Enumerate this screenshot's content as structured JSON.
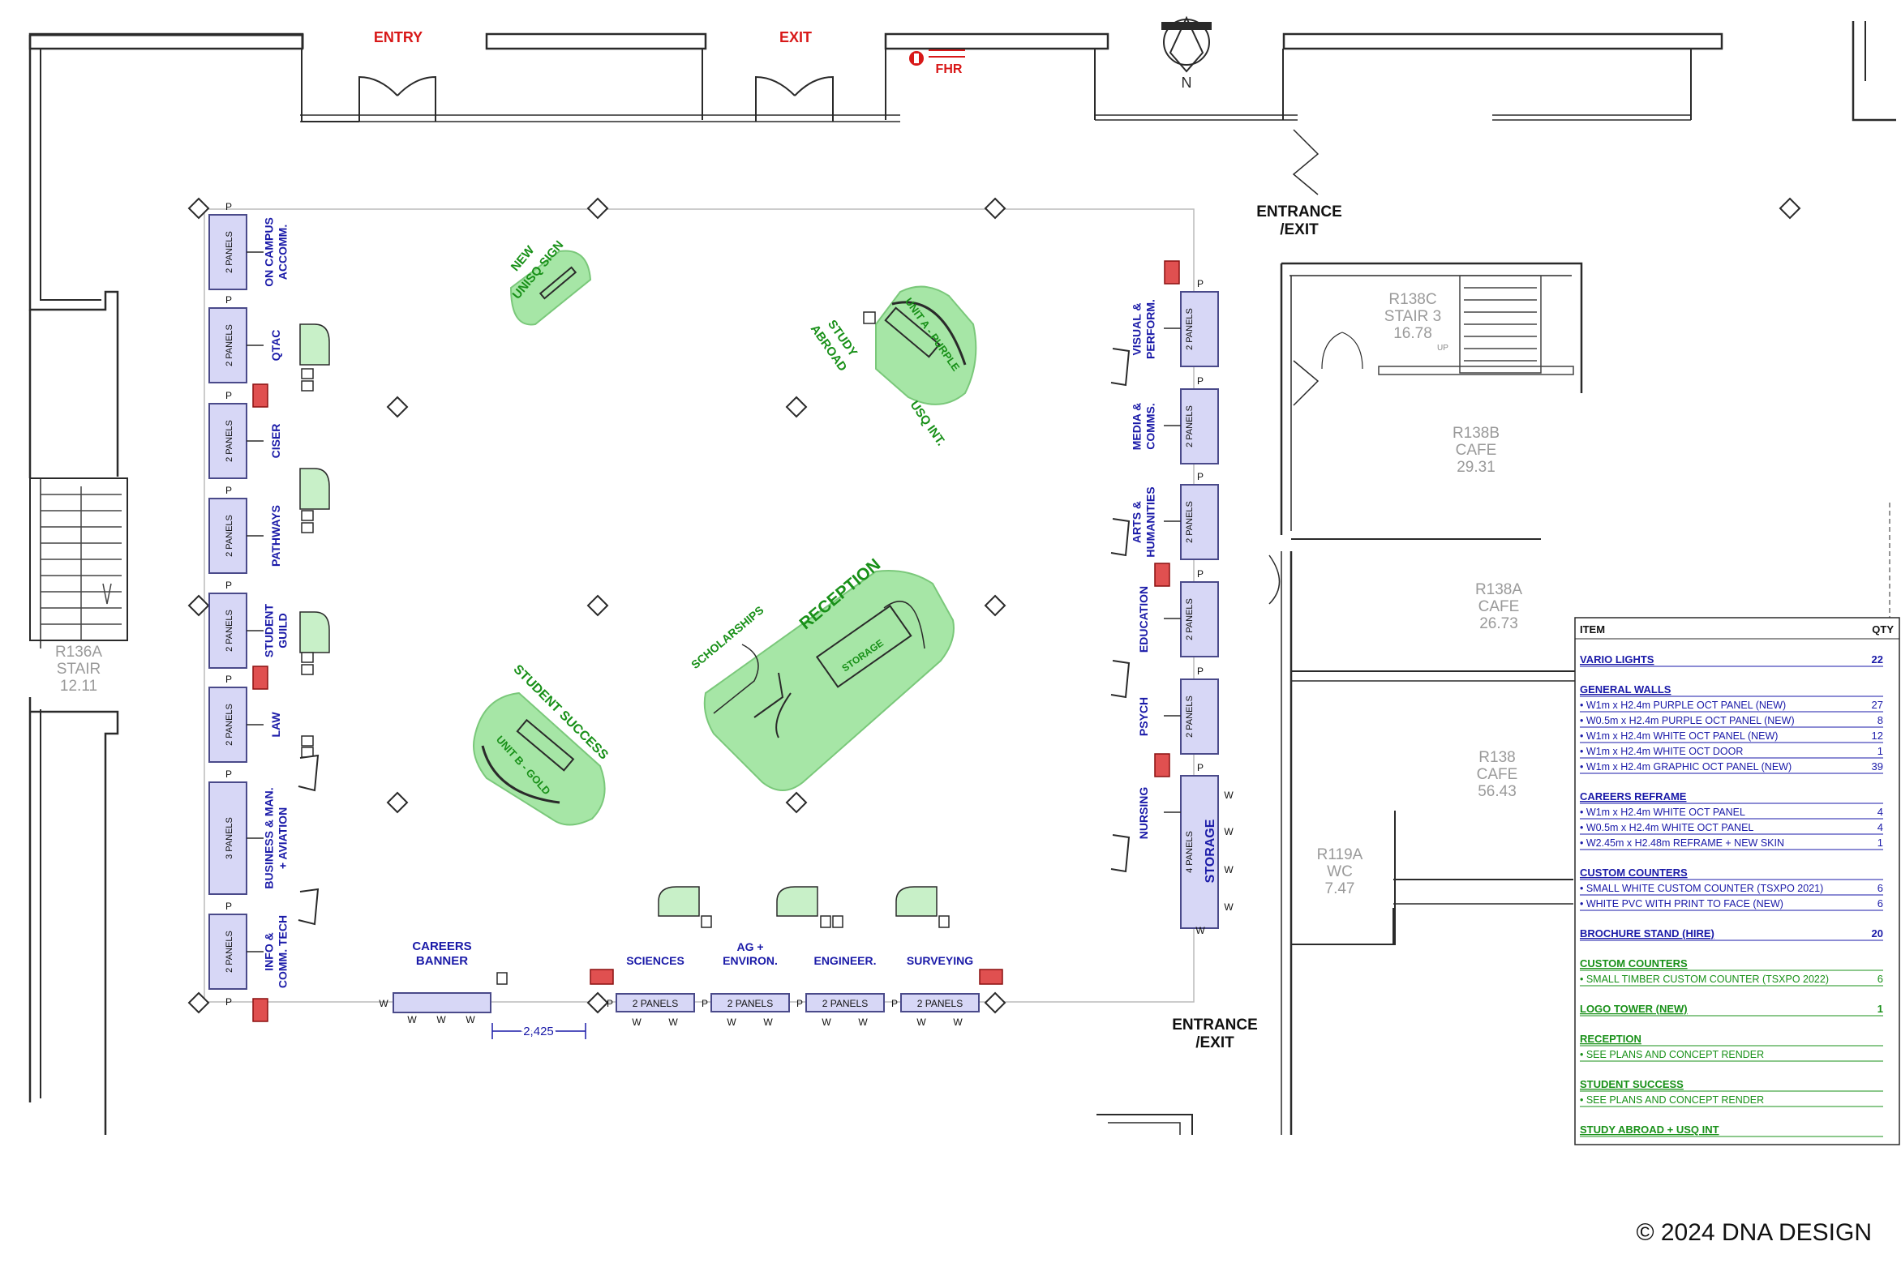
{
  "doors": {
    "entry": "ENTRY",
    "exit": "EXIT",
    "fhr": "FHR",
    "north": "N"
  },
  "entrances": {
    "top": [
      "ENTRANCE",
      "/EXIT"
    ],
    "bottom": [
      "ENTRANCE",
      "/EXIT"
    ]
  },
  "rooms": [
    {
      "id": "r138c",
      "lines": [
        "R138C",
        "STAIR 3",
        "16.78"
      ]
    },
    {
      "id": "r138b",
      "lines": [
        "R138B",
        "CAFE",
        "29.31"
      ]
    },
    {
      "id": "r138a",
      "lines": [
        "R138A",
        "CAFE",
        "26.73"
      ]
    },
    {
      "id": "r138",
      "lines": [
        "R138",
        "CAFE",
        "56.43"
      ]
    },
    {
      "id": "r119a",
      "lines": [
        "R119A",
        "WC",
        "7.47"
      ]
    },
    {
      "id": "r136a",
      "lines": [
        "R136A",
        "STAIR",
        "12.11"
      ]
    }
  ],
  "stair_up": "UP",
  "left_panels": [
    {
      "label": "2 PANELS",
      "booth": [
        "ON CAMPUS",
        "ACCOMM."
      ]
    },
    {
      "label": "2 PANELS",
      "booth": [
        "QTAC"
      ]
    },
    {
      "label": "2 PANELS",
      "booth": [
        "CISER"
      ]
    },
    {
      "label": "2 PANELS",
      "booth": [
        "PATHWAYS"
      ]
    },
    {
      "label": "2 PANELS",
      "booth": [
        "STUDENT",
        "GUILD"
      ]
    },
    {
      "label": "2 PANELS",
      "booth": [
        "LAW"
      ]
    },
    {
      "label": "3 PANELS",
      "booth": [
        "BUSINESS & MAN.",
        "+ AVIATION"
      ]
    },
    {
      "label": "2 PANELS",
      "booth": [
        "INFO &",
        "COMM. TECH"
      ]
    }
  ],
  "right_panels": [
    {
      "label": "2 PANELS",
      "booth": [
        "VISUAL &",
        "PERFORM."
      ]
    },
    {
      "label": "2 PANELS",
      "booth": [
        "MEDIA &",
        "COMMS."
      ]
    },
    {
      "label": "2 PANELS",
      "booth": [
        "ARTS &",
        "HUMANITIES"
      ]
    },
    {
      "label": "2 PANELS",
      "booth": [
        "EDUCATION"
      ]
    },
    {
      "label": "2 PANELS",
      "booth": [
        "PSYCH"
      ]
    },
    {
      "label": "4 PANELS",
      "booth": [
        "NURSING"
      ]
    }
  ],
  "storage_right": "STORAGE",
  "bottom_panels": [
    {
      "label": "2 PANELS",
      "booth": [
        "SCIENCES"
      ]
    },
    {
      "label": "2 PANELS",
      "booth": [
        "AG +",
        "ENVIRON."
      ]
    },
    {
      "label": "2 PANELS",
      "booth": [
        "ENGINEER."
      ]
    },
    {
      "label": "2 PANELS",
      "booth": [
        "SURVEYING"
      ]
    }
  ],
  "careers_banner": [
    "CAREERS",
    "BANNER"
  ],
  "dimension": "2,425",
  "markers": {
    "power": "P",
    "wall": "W"
  },
  "green_areas": {
    "new_sign": [
      "NEW",
      "UNISQ SIGN"
    ],
    "study_abroad": [
      "STUDY",
      "ABROAD"
    ],
    "unit_a": "UNIT A - PURPLE",
    "usq_int": "USQ INT.",
    "reception": "RECEPTION",
    "scholarships": "SCHOLARSHIPS",
    "storage": "STORAGE",
    "student_success": "STUDENT SUCCESS",
    "unit_b": "UNIT B - GOLD"
  },
  "legend": {
    "header": {
      "item": "ITEM",
      "qty": "QTY"
    },
    "rows": [
      {
        "text": "VARIO LIGHTS",
        "qty": "22",
        "kind": "head",
        "color": "#1a1aa8"
      },
      {
        "text": "GENERAL WALLS",
        "qty": "",
        "kind": "head",
        "color": "#1a1aa8"
      },
      {
        "text": "• W1m x H2.4m PURPLE OCT PANEL (NEW)",
        "qty": "27",
        "kind": "item",
        "color": "#1a1aa8"
      },
      {
        "text": "• W0.5m x H2.4m PURPLE OCT PANEL (NEW)",
        "qty": "8",
        "kind": "item",
        "color": "#1a1aa8"
      },
      {
        "text": "• W1m x H2.4m WHITE OCT PANEL (NEW)",
        "qty": "12",
        "kind": "item",
        "color": "#1a1aa8"
      },
      {
        "text": "• W1m x H2.4m WHITE OCT DOOR",
        "qty": "1",
        "kind": "item",
        "color": "#1a1aa8"
      },
      {
        "text": "• W1m x H2.4m GRAPHIC OCT PANEL (NEW)",
        "qty": "39",
        "kind": "item",
        "color": "#1a1aa8"
      },
      {
        "text": "CAREERS REFRAME",
        "qty": "",
        "kind": "head",
        "color": "#1a1aa8"
      },
      {
        "text": "• W1m x H2.4m WHITE OCT PANEL",
        "qty": "4",
        "kind": "item",
        "color": "#1a1aa8"
      },
      {
        "text": "• W0.5m x H2.4m WHITE OCT PANEL",
        "qty": "4",
        "kind": "item",
        "color": "#1a1aa8"
      },
      {
        "text": "• W2.45m x H2.48m REFRAME + NEW SKIN",
        "qty": "1",
        "kind": "item",
        "color": "#1a1aa8"
      },
      {
        "text": "CUSTOM COUNTERS",
        "qty": "",
        "kind": "head",
        "color": "#1a1aa8"
      },
      {
        "text": "• SMALL WHITE CUSTOM COUNTER (TSXPO 2021)",
        "qty": "6",
        "kind": "item",
        "color": "#1a1aa8"
      },
      {
        "text": "• WHITE PVC WITH PRINT TO FACE (NEW)",
        "qty": "6",
        "kind": "item",
        "color": "#1a1aa8"
      },
      {
        "text": "BROCHURE STAND (HIRE)",
        "qty": "20",
        "kind": "head",
        "color": "#1a1aa8"
      },
      {
        "text": "CUSTOM COUNTERS",
        "qty": "",
        "kind": "head",
        "color": "#189018"
      },
      {
        "text": "• SMALL TIMBER CUSTOM COUNTER (TSXPO 2022)",
        "qty": "6",
        "kind": "item",
        "color": "#189018"
      },
      {
        "text": "LOGO TOWER (NEW)",
        "qty": "1",
        "kind": "head",
        "color": "#189018"
      },
      {
        "text": "RECEPTION",
        "qty": "",
        "kind": "head",
        "color": "#189018"
      },
      {
        "text": "• SEE PLANS AND CONCEPT RENDER",
        "qty": "",
        "kind": "item",
        "color": "#189018"
      },
      {
        "text": "STUDENT SUCCESS",
        "qty": "",
        "kind": "head",
        "color": "#189018"
      },
      {
        "text": "• SEE PLANS AND CONCEPT RENDER",
        "qty": "",
        "kind": "item",
        "color": "#189018"
      },
      {
        "text": "STUDY ABROAD + USQ INT",
        "qty": "",
        "kind": "head",
        "color": "#189018"
      }
    ]
  },
  "copyright": "© 2024 DNA DESIGN",
  "colors": {
    "wall": "#2a2a2a",
    "panel_fill": "#d7d7f6",
    "panel_stroke": "#4a4a8a",
    "booth_text": "#1a1aa8",
    "green_text": "#189018",
    "green_fill": "#a6e6a6",
    "red": "#d81818",
    "room_grey": "#9a9a9a"
  }
}
